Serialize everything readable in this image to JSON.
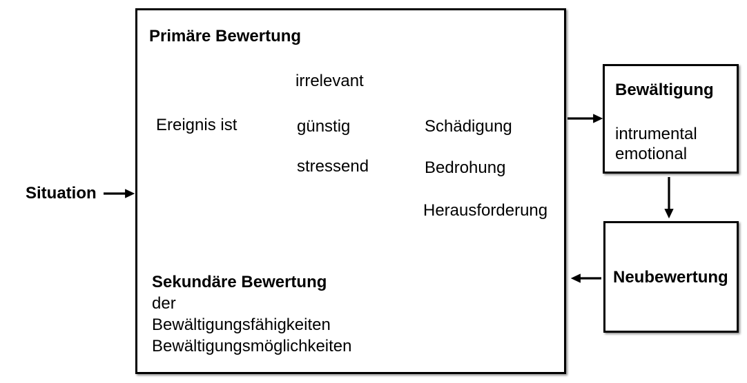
{
  "labels": {
    "situation": "Situation"
  },
  "primary_box": {
    "title": "Primäre Bewertung",
    "root": "Ereignis ist",
    "branches": [
      "irrelevant",
      "günstig",
      "stressend"
    ],
    "stress_branches": [
      "Schädigung",
      "Bedrohung",
      "Herausforderung"
    ],
    "secondary_title": "Sekundäre Bewertung",
    "secondary_lines": [
      "der",
      "Bewältigungsfähigkeiten",
      "Bewältigungsmöglichkeiten"
    ]
  },
  "coping_box": {
    "title": "Bewältigung",
    "lines": [
      "intrumental",
      "emotional"
    ]
  },
  "reappraisal_box": {
    "title": "Neubewertung"
  },
  "colors": {
    "line": "#000000",
    "background": "#ffffff",
    "text": "#000000"
  }
}
